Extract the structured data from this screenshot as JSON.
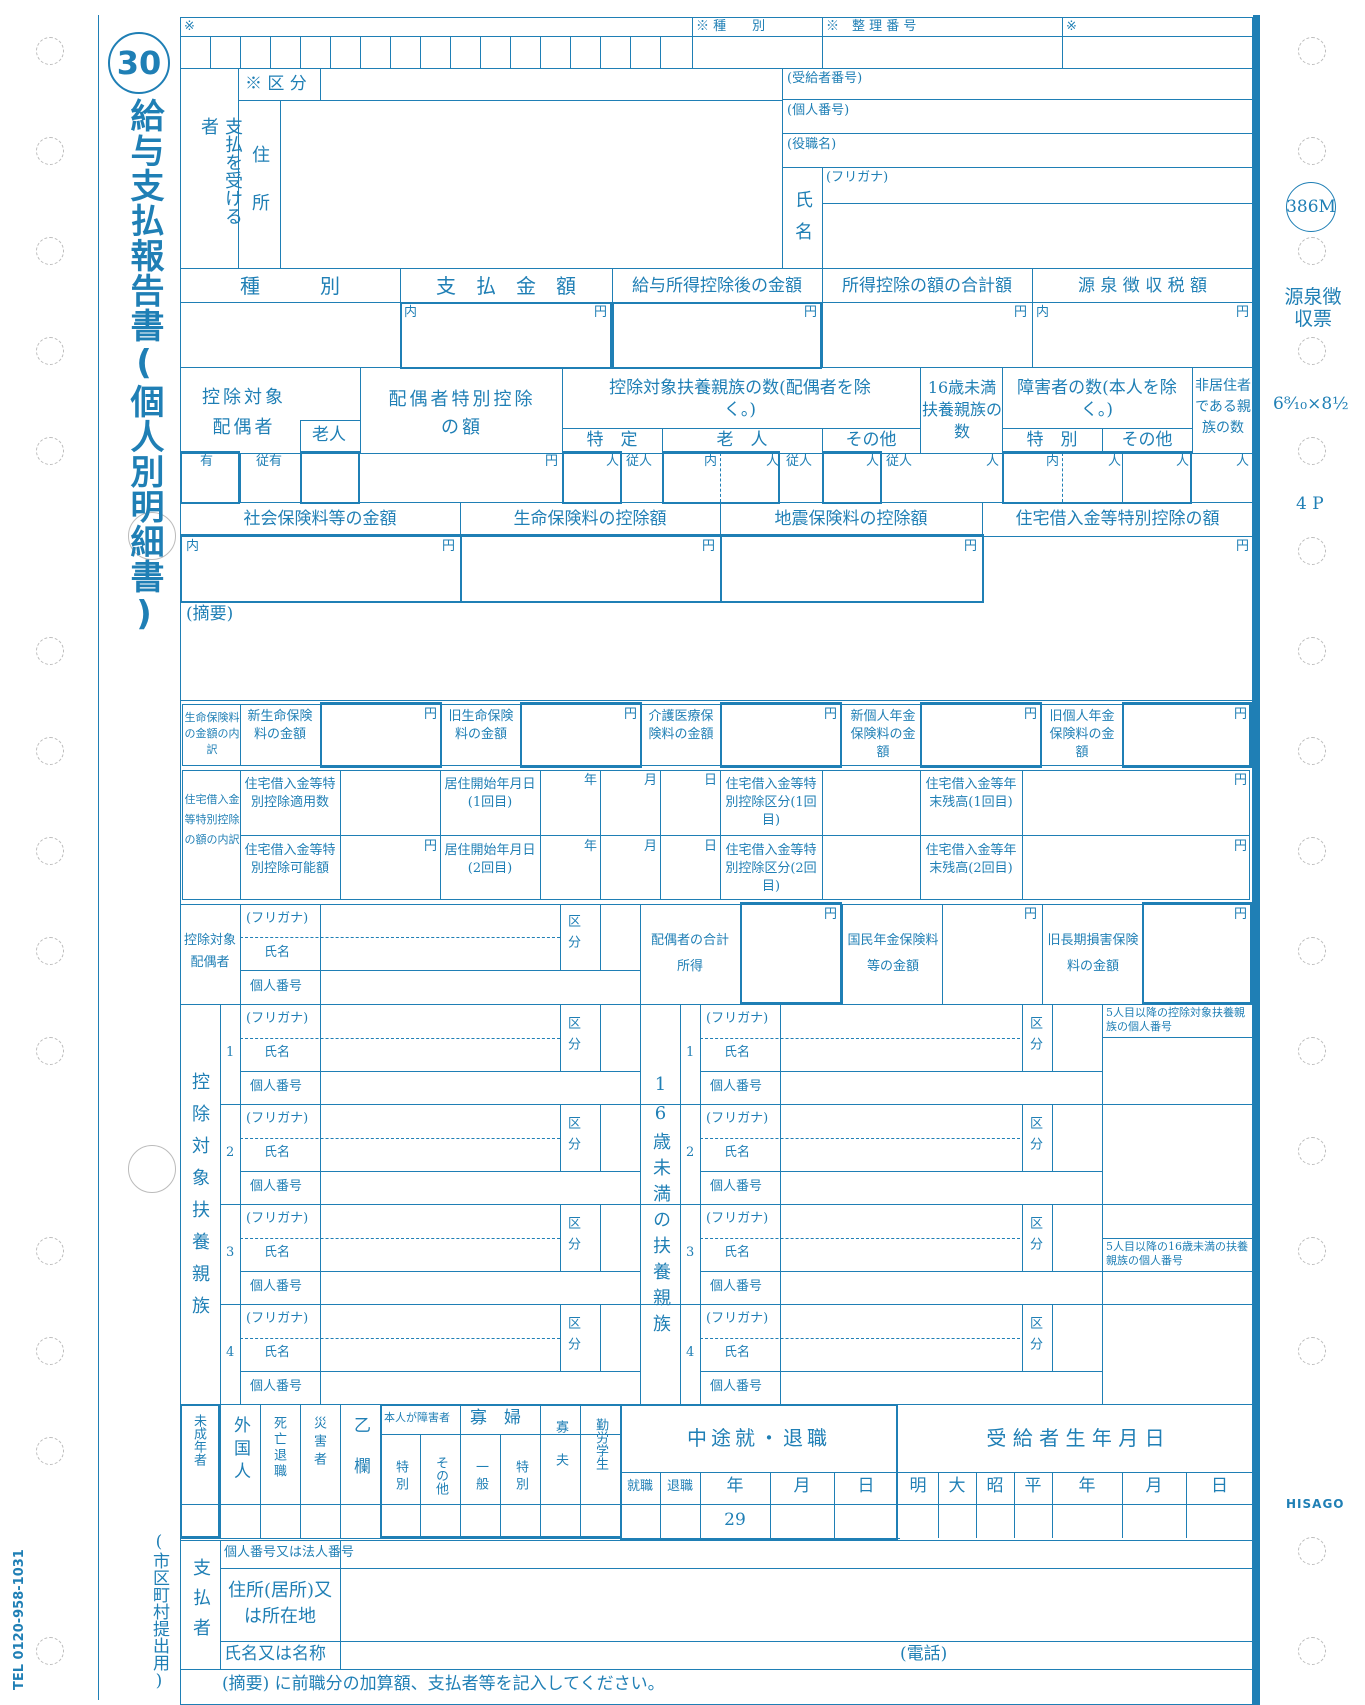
{
  "side": {
    "number": "30",
    "title": "給与支払報告書(個人別明細書)",
    "footer_note": "(市区町村提出用)",
    "code": "386M",
    "receipt_label": "源泉徴収票",
    "size_label": "6⁸⁄₁₀×8½",
    "pages": "4 P",
    "brand": "HISAGO",
    "tel": "TEL 0120-958-1031"
  },
  "header": {
    "mark": "※",
    "type_label": "※ 種　　別",
    "ref_label": "※　整 理 番 号",
    "mark2": "※"
  },
  "recipient": {
    "section_label": "支払を受ける者",
    "category_label": "※ 区 分",
    "address_label": "住所",
    "recipient_no": "(受給者番号)",
    "personal_no": "(個人番号)",
    "position": "(役職名)",
    "furigana": "(フリガナ)",
    "name_label": "氏名"
  },
  "amounts": {
    "col1": "種　　　別",
    "col2": "支　払　金　額",
    "col3": "給与所得控除後の金額",
    "col4": "所得控除の額の合計額",
    "col5": "源 泉 徴 収 税 額",
    "inner": "内",
    "yen": "円"
  },
  "deduction": {
    "spouse": "控除対象配偶者",
    "spouse_elder": "老人",
    "special": "配偶者特別控除の額",
    "dependents": "控除対象扶養親族の数(配偶者を除く。)",
    "specific": "特　定",
    "elder": "老　人",
    "other": "その他",
    "under16": "16歳未満扶養親族の数",
    "disabled": "障害者の数(本人を除く。)",
    "disabled_special": "特　別",
    "disabled_other": "その他",
    "nonresident": "非居住者である親族の数",
    "has": "有",
    "sub": "従有",
    "person": "人",
    "sub_person": "従人"
  },
  "insurance": {
    "social": "社会保険料等の金額",
    "life": "生命保険料の控除額",
    "quake": "地震保険料の控除額",
    "housing": "住宅借入金等特別控除の額",
    "memo": "(摘要)"
  },
  "life_breakdown": {
    "label": "生命保険料の金額の内訳",
    "new_life": "新生命保険料の金額",
    "old_life": "旧生命保険料の金額",
    "care": "介護医療保険料の金額",
    "new_pension": "新個人年金保険料の金額",
    "old_pension": "旧個人年金保険料の金額"
  },
  "housing_breakdown": {
    "label": "住宅借入金等特別控除の額の内訳",
    "count": "住宅借入金等特別控除適用数",
    "possible": "住宅借入金等特別控除可能額",
    "start1": "居住開始年月日(1回目)",
    "start2": "居住開始年月日(2回目)",
    "kind1": "住宅借入金等特別控除区分(1回目)",
    "kind2": "住宅借入金等特別控除区分(2回目)",
    "balance1": "住宅借入金等年末残高(1回目)",
    "balance2": "住宅借入金等年末残高(2回目)",
    "year": "年",
    "month": "月",
    "day": "日"
  },
  "spouse_block": {
    "label": "控除対象配偶者",
    "furigana": "(フリガナ)",
    "name": "氏名",
    "number": "個人番号",
    "kubun": "区分",
    "income": "配偶者の合計所得",
    "pension": "国民年金保険料等の金額",
    "longterm": "旧長期損害保険料の金額"
  },
  "dependents_block": {
    "label": "控除対象扶養親族",
    "under16_label": "16歳未満の扶養親族",
    "rows": [
      "1",
      "2",
      "3",
      "4"
    ],
    "furigana": "(フリガナ)",
    "name": "氏名",
    "number": "個人番号",
    "kubun": "区分",
    "extra1": "5人目以降の控除対象扶養親族の個人番号",
    "extra2": "5人目以降の16歳未満の扶養親族の個人番号"
  },
  "status": {
    "minor": "未成年者",
    "foreign": "外国人",
    "death": "死亡退職",
    "disaster": "災害者",
    "otsu": "乙欄",
    "self_disabled": "本人が障害者",
    "special": "特別",
    "other": "その他",
    "widow": "寡　婦",
    "general": "一般",
    "widow_special": "特別",
    "widower": "寡夫",
    "student": "勤労学生",
    "midway": "中途就・退職",
    "join": "就職",
    "leave": "退職",
    "year": "年",
    "month": "月",
    "day": "日",
    "birth": "受 給 者 生 年 月 日",
    "meiji": "明",
    "taisho": "大",
    "showa": "昭",
    "heisei": "平",
    "year_value": "29"
  },
  "payer": {
    "label": "支払者",
    "number": "個人番号又は法人番号",
    "address": "住所(居所)又は所在地",
    "name": "氏名又は名称",
    "tel": "(電話)",
    "note": "(摘要) に前職分の加算額、支払者等を記入してください。"
  }
}
